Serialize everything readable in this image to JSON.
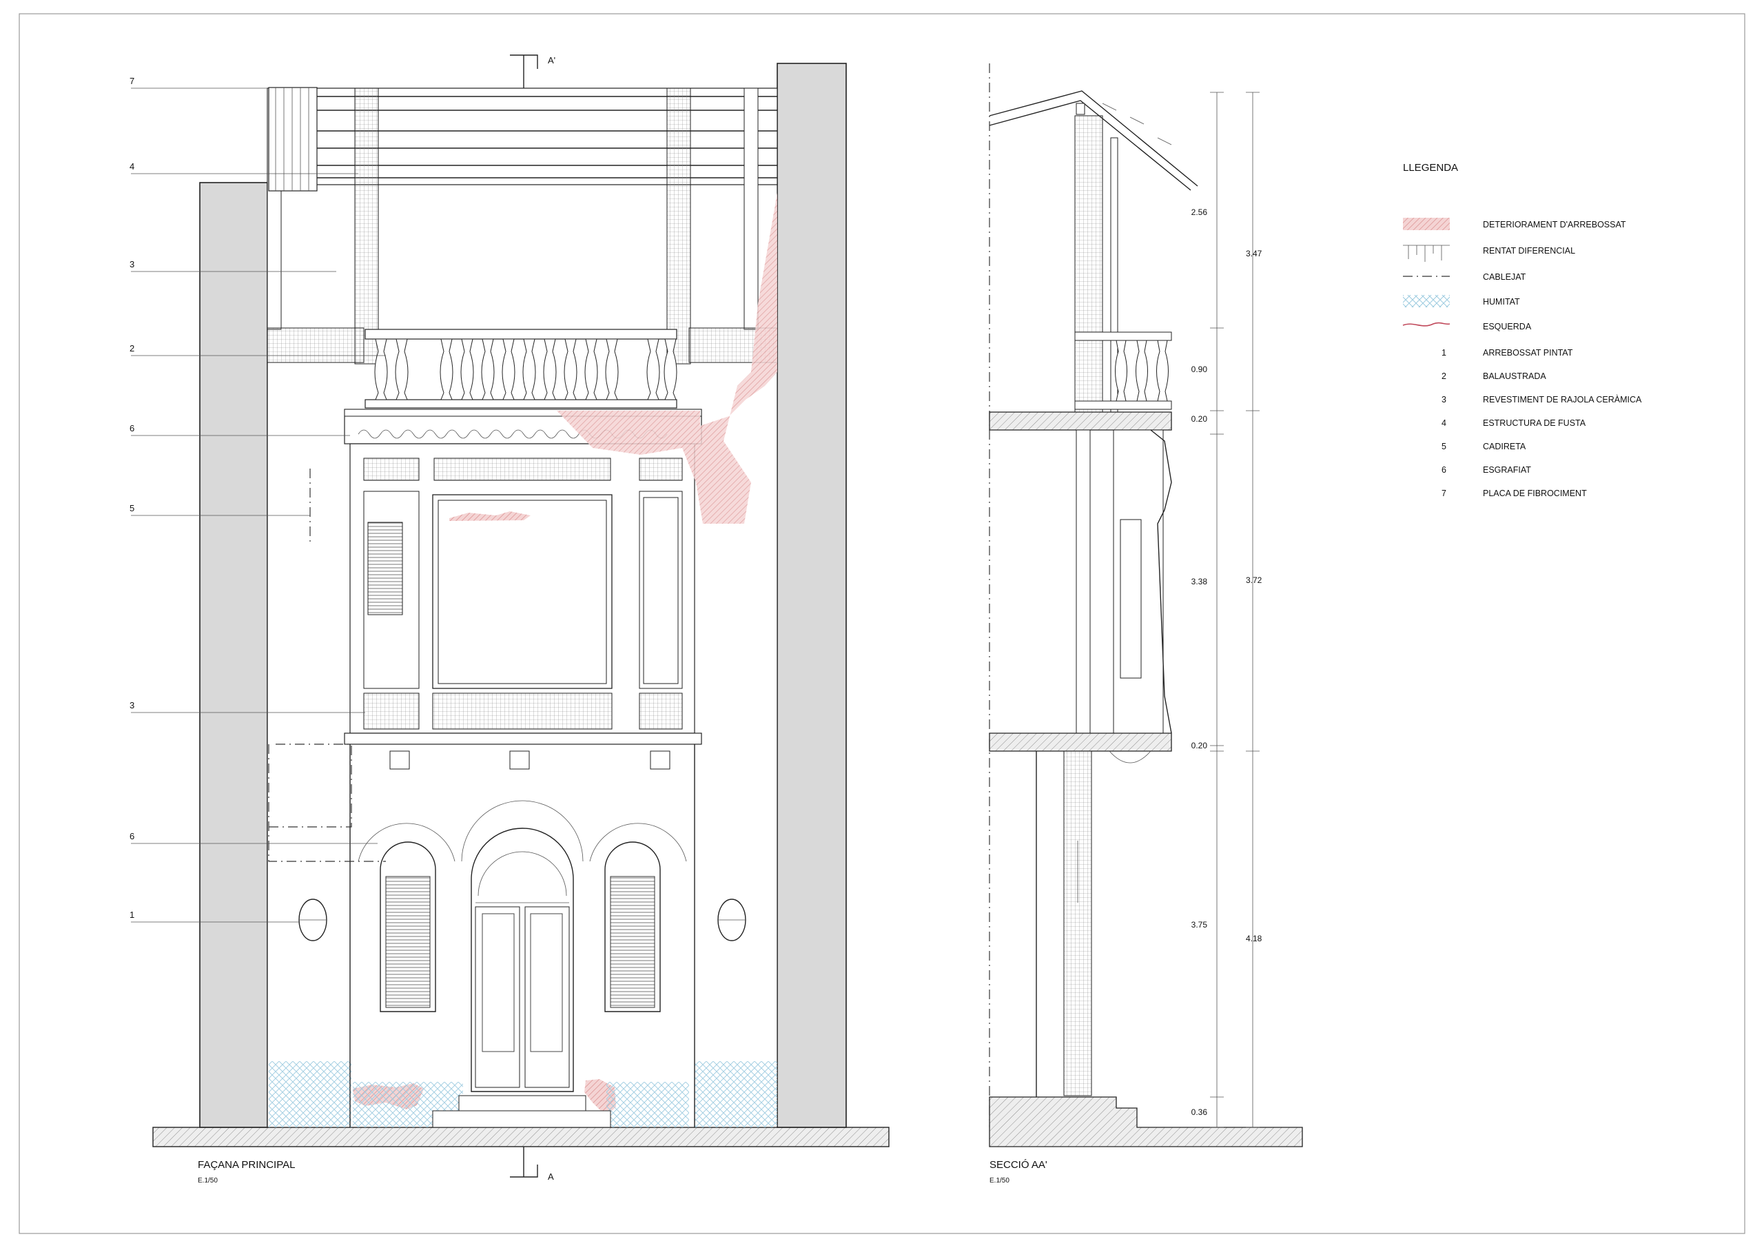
{
  "facade": {
    "title": "FAÇANA PRINCIPAL",
    "scale": "E.1/50",
    "callouts": [
      {
        "num": "7"
      },
      {
        "num": "4"
      },
      {
        "num": "3"
      },
      {
        "num": "2"
      },
      {
        "num": "6"
      },
      {
        "num": "5"
      },
      {
        "num": "3"
      },
      {
        "num": "6"
      },
      {
        "num": "1"
      }
    ],
    "section_mark_top": "A'",
    "section_mark_bottom": "A"
  },
  "section": {
    "title": "SECCIÓ AA'",
    "scale": "E.1/50",
    "dims_inner": [
      "2.56",
      "0.90",
      "0.20",
      "3.38",
      "0.20",
      "3.75",
      "0.36"
    ],
    "dims_outer": [
      "3.47",
      "3.72",
      "4.18"
    ]
  },
  "legend": {
    "title": "LLEGENDA",
    "symbol_items": [
      {
        "label": "DETERIORAMENT D'ARREBOSSAT",
        "icon": "hatch-red-swatch",
        "color": "#e8a9a9"
      },
      {
        "label": "RENTAT DIFERENCIAL",
        "icon": "drip-lines-swatch"
      },
      {
        "label": "CABLEJAT",
        "icon": "dash-dot-line"
      },
      {
        "label": "HUMITAT",
        "icon": "cross-hatch-blue-swatch",
        "color": "#b8dbe8"
      },
      {
        "label": "ESQUERDA",
        "icon": "crack-red-line",
        "color": "#c0485a"
      }
    ],
    "numbered_items": [
      {
        "num": "1",
        "label": "ARREBOSSAT PINTAT"
      },
      {
        "num": "2",
        "label": "BALAUSTRADA"
      },
      {
        "num": "3",
        "label": "REVESTIMENT DE RAJOLA CERÀMICA"
      },
      {
        "num": "4",
        "label": "ESTRUCTURA DE FUSTA"
      },
      {
        "num": "5",
        "label": "CADIRETA"
      },
      {
        "num": "6",
        "label": "ESGRAFIAT"
      },
      {
        "num": "7",
        "label": "PLACA DE FIBROCIMENT"
      }
    ]
  }
}
